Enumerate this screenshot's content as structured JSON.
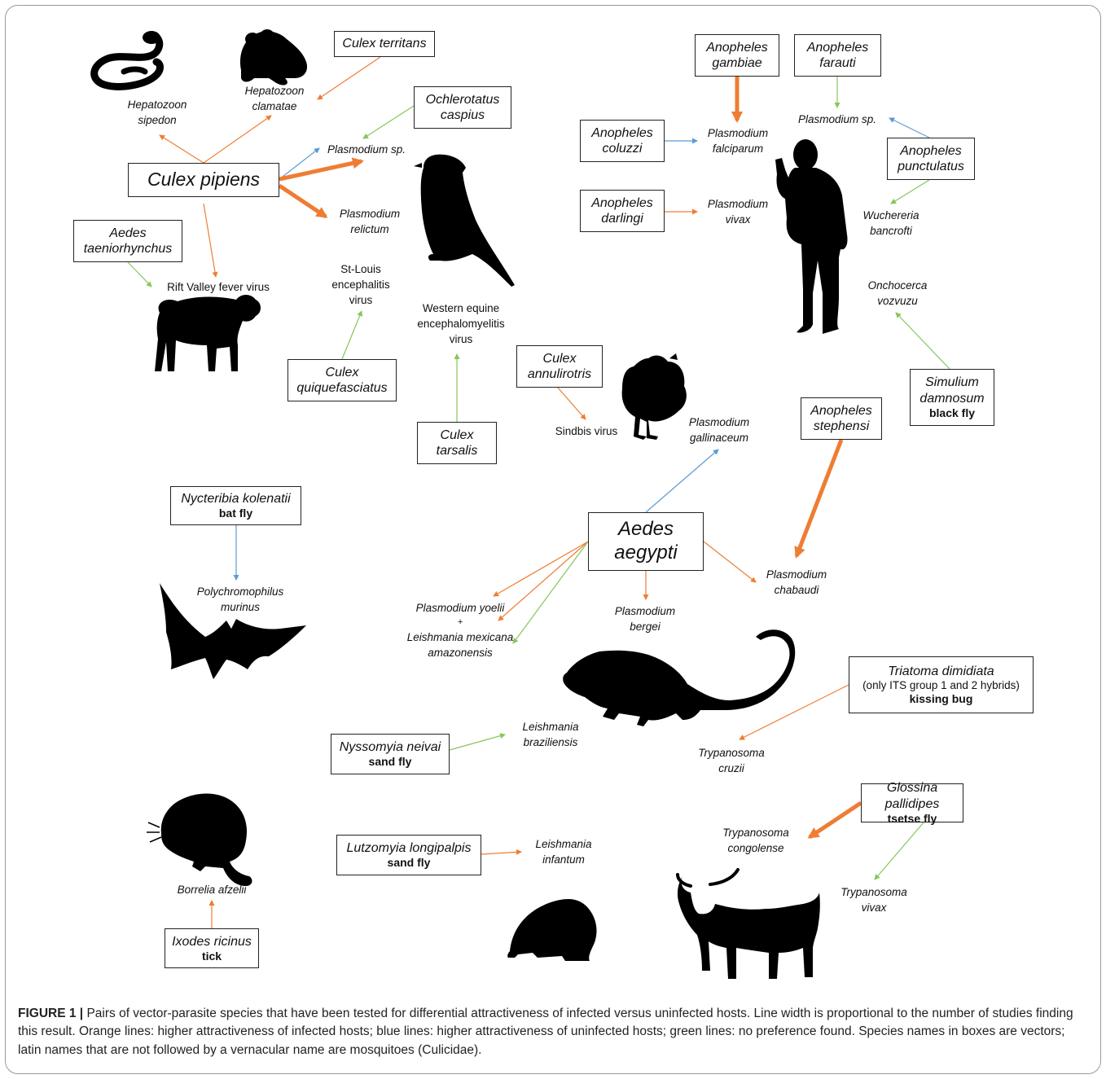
{
  "colors": {
    "infected_preferred": "#ee7d33",
    "uninfected_preferred": "#5b9bd5",
    "no_preference": "#86c65a",
    "silhouette": "#000000"
  },
  "vectors": {
    "culex_pipiens": [
      "Culex pipiens"
    ],
    "culex_territans": [
      "Culex territans"
    ],
    "ochlerotatus_caspius": [
      "Ochlerotatus",
      "caspius"
    ],
    "aedes_taeniorhynchus": [
      "Aedes",
      "taeniorhynchus"
    ],
    "culex_quiquefasciatus": [
      "Culex",
      "quiquefasciatus"
    ],
    "culex_tarsalis": [
      "Culex",
      "tarsalis"
    ],
    "culex_annulirotris": [
      "Culex",
      "annulirotris"
    ],
    "anopheles_gambiae": [
      "Anopheles",
      "gambiae"
    ],
    "anopheles_farauti": [
      "Anopheles",
      "farauti"
    ],
    "anopheles_coluzzi": [
      "Anopheles",
      "coluzzi"
    ],
    "anopheles_darlingi": [
      "Anopheles",
      "darlingi"
    ],
    "anopheles_punctulatus": [
      "Anopheles",
      "punctulatus"
    ],
    "simulium_damnosum": {
      "name": [
        "Simulium",
        "damnosum"
      ],
      "vernacular": "black fly"
    },
    "anopheles_stephensi": [
      "Anopheles",
      "stephensi"
    ],
    "aedes_aegypti": [
      "Aedes",
      "aegypti"
    ],
    "nycteribia_kolenatii": {
      "name": "Nycteribia kolenatii",
      "vernacular": "bat fly"
    },
    "triatoma_dimidiata": {
      "name": "Triatoma dimidiata",
      "note": "(only ITS group 1 and 2 hybrids)",
      "vernacular": "kissing bug"
    },
    "nyssomyia_neivai": {
      "name": "Nyssomyia neivai",
      "vernacular": "sand fly"
    },
    "glossina_pallidipes": {
      "name": "Glossina pallidipes",
      "vernacular": "tsetse fly"
    },
    "lutzomyia_longipalpis": {
      "name": "Lutzomyia longipalpis",
      "vernacular": "sand fly"
    },
    "ixodes_ricinus": {
      "name": "Ixodes ricinus",
      "vernacular": "tick"
    }
  },
  "parasites": {
    "hepatozoon_sipedon": [
      "Hepatozoon",
      "sipedon"
    ],
    "hepatozoon_clamatae": [
      "Hepatozoon",
      "clamatae"
    ],
    "plasmodium_sp_bird": "Plasmodium sp.",
    "plasmodium_relictum": [
      "Plasmodium",
      "relictum"
    ],
    "rift_valley": "Rift Valley fever virus",
    "st_louis": [
      "St-Louis",
      "encephalitis",
      "virus"
    ],
    "western_equine": [
      "Western equine",
      "encephalomyelitis",
      "virus"
    ],
    "sindbis": "Sindbis virus",
    "plasmodium_falciparum": [
      "Plasmodium",
      "falciparum"
    ],
    "plasmodium_sp_human": "Plasmodium sp.",
    "plasmodium_vivax": [
      "Plasmodium",
      "vivax"
    ],
    "wuchereria": [
      "Wuchereria",
      "bancrofti"
    ],
    "onchocerca": [
      "Onchocerca",
      "vozvuzu"
    ],
    "plasmodium_gallinaceum": [
      "Plasmodium",
      "gallinaceum"
    ],
    "polychromophilus": [
      "Polychromophilus",
      "murinus"
    ],
    "plasmodium_yoelii": [
      "Plasmodium yoelii",
      "+"
    ],
    "leishmania_mexicana": [
      "Leishmania mexicana",
      "amazonensis"
    ],
    "plasmodium_bergei": [
      "Plasmodium",
      "bergei"
    ],
    "plasmodium_chabaudi": [
      "Plasmodium",
      "chabaudi"
    ],
    "trypanosoma_cruzii": [
      "Trypanosoma",
      "cruzii"
    ],
    "leishmania_braziliensis": [
      "Leishmania",
      "braziliensis"
    ],
    "trypanosoma_congolense": [
      "Trypanosoma",
      "congolense"
    ],
    "trypanosoma_vivax": [
      "Trypanosoma",
      "vivax"
    ],
    "leishmania_infantum": [
      "Leishmania",
      "infantum"
    ],
    "borrelia": "Borrelia afzelii"
  },
  "hosts": [
    "snake-icon",
    "frog-icon",
    "bird-icon",
    "sheep-icon",
    "human-icon",
    "chicken-icon",
    "bat-icon",
    "rat-icon",
    "vole-icon",
    "hamster-icon",
    "cow-icon"
  ],
  "caption": {
    "label": "FIGURE 1 |",
    "text": " Pairs of vector-parasite species that have been tested for differential attractiveness of infected versus uninfected hosts. Line width is proportional to the number of studies finding this result. Orange lines: higher attractiveness of infected hosts; blue lines: higher attractiveness of uninfected hosts; green lines: no preference found. Species names in boxes are vectors; latin names that are not followed by a vernacular name are mosquitoes (Culicidae)."
  }
}
